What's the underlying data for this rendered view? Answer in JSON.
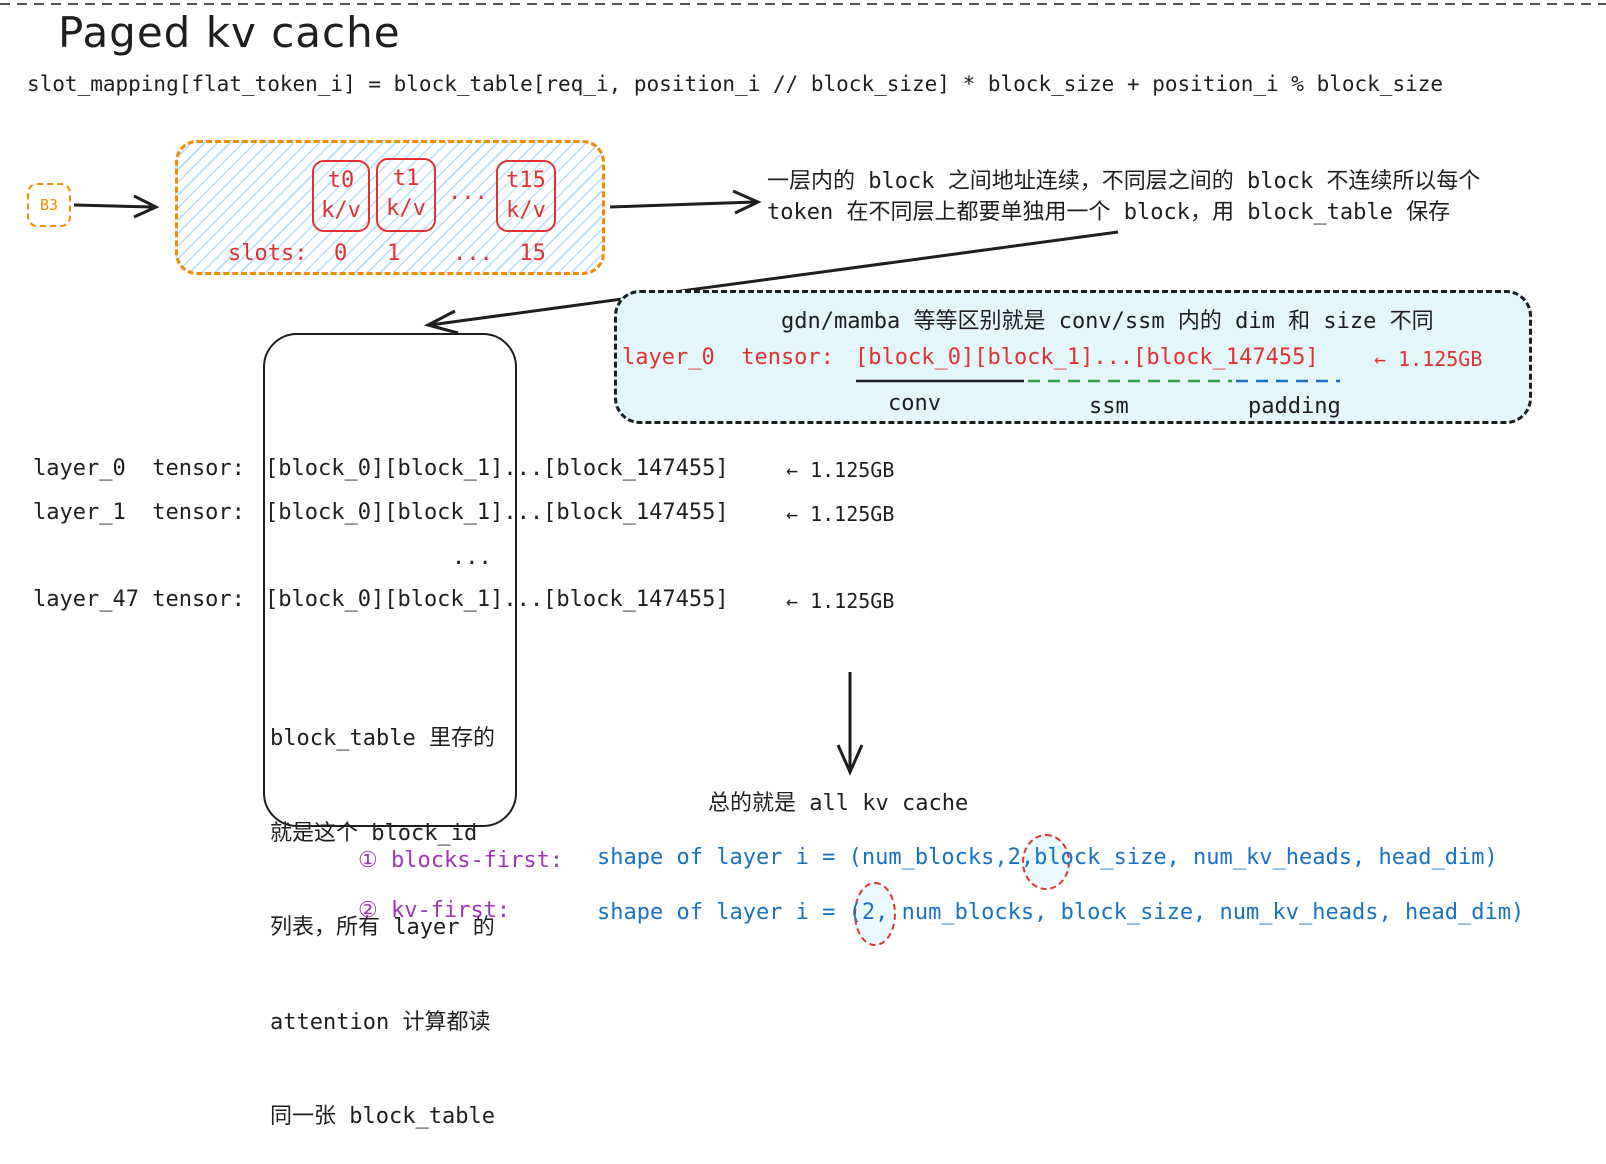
{
  "title": "Paged kv cache",
  "formula": "slot_mapping[flat_token_i] = block_table[req_i, position_i // block_size] * block_size + position_i % block_size",
  "page": {
    "request_label": "B3",
    "slots": [
      {
        "token": "t0",
        "kv": "k/v"
      },
      {
        "token": "t1",
        "kv": "k/v"
      },
      {
        "token": "t15",
        "kv": "k/v"
      }
    ],
    "ellipsis": "...",
    "slots_label": "slots:  0   1    ...  15"
  },
  "annotation_top": {
    "line1": "一层内的 block 之间地址连续，不同层之间的 block 不连续所以每个",
    "line2": "token 在不同层上都要单独用一个 block，用 block_table 保存"
  },
  "mamba_box": {
    "heading": "gdn/mamba 等等区别就是 conv/ssm 内的 dim 和 size 不同",
    "layer_label": "layer_0  tensor:",
    "tensor": "[block_0][block_1]...[block_147455]",
    "size": "← 1.125GB",
    "parts": [
      "conv",
      "ssm",
      "padding"
    ]
  },
  "layers": [
    {
      "label": "layer_0  tensor:",
      "blocks": "[block_0][block_1]...[block_147455]",
      "size": "← 1.125GB"
    },
    {
      "label": "layer_1  tensor:",
      "blocks": "[block_0][block_1]...[block_147455]",
      "size": "← 1.125GB"
    },
    {
      "label": "layer_47 tensor:",
      "blocks": "[block_0][block_1]...[block_147455]",
      "size": "← 1.125GB"
    }
  ],
  "layers_ellipsis": "...",
  "box_note": [
    "block_table 里存的",
    "就是这个 block_id",
    "列表，所有 layer 的",
    "attention 计算都读",
    "同一张 block_table"
  ],
  "total_note": "总的就是 all kv cache",
  "shapes": [
    {
      "label": "① blocks-first:",
      "pre": "shape of layer i = (num_blocks,",
      "circled": "2,",
      "post": "block_size, num_kv_heads, head_dim)"
    },
    {
      "label": "② kv-first:",
      "pre": "shape of layer i = ",
      "circled": "(2,",
      "post": " num_blocks, block_size, num_kv_heads, head_dim)"
    }
  ],
  "colors": {
    "orange": "#f08c00",
    "red": "#e03131",
    "blue": "#1971c2",
    "purple": "#9c36b5",
    "cyan_fill": "#e3f7fb",
    "hatch": "#74c0fc",
    "green": "#2f9e44"
  }
}
